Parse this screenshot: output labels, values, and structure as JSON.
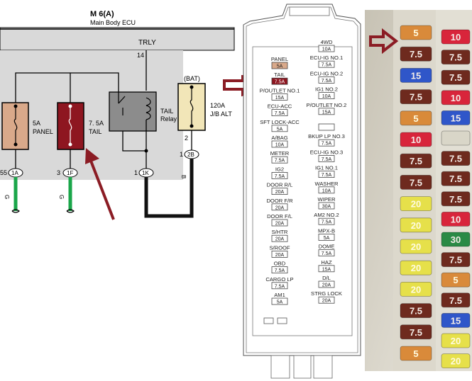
{
  "schematic": {
    "ecu_title": "M 6(A)",
    "ecu_subtitle": "Main Body ECU",
    "trly_label": "TRLY",
    "pin_14": "14",
    "bat_label": "(BAT)",
    "alt_fuse_rating": "120A",
    "alt_fuse_name": "J/B ALT",
    "panel_fuse_rating": "5A",
    "panel_fuse_name": "PANEL",
    "tail_fuse_rating": "7. 5A",
    "tail_fuse_name": "TAIL",
    "relay_name_1": "TAIL",
    "relay_name_2": "Relay",
    "pin_2": "2",
    "pin_1": "1",
    "connector_2b": "2B",
    "conn_1a_pin": "55",
    "conn_1a": "1A",
    "conn_1f_pin": "3",
    "conn_1f": "1F",
    "conn_1k_pin": "1",
    "conn_1k": "1K",
    "wire_g1": "G",
    "wire_g2": "G",
    "wire_b": "B"
  },
  "fuse_chart": {
    "left_column": [
      {
        "name": "PANEL",
        "rating": "5A",
        "highlight": "tan"
      },
      {
        "name": "TAIL",
        "rating": "7.5A",
        "highlight": "red"
      },
      {
        "name": "P/OUTLET NO.1",
        "rating": "15A"
      },
      {
        "name": "ECU-ACC",
        "rating": "7.5A"
      },
      {
        "name": "SFT LOCK-ACC",
        "rating": "5A"
      },
      {
        "name": "A/BAG",
        "rating": "10A"
      },
      {
        "name": "METER",
        "rating": "7.5A"
      },
      {
        "name": "IG2",
        "rating": "7.5A"
      },
      {
        "name": "DOOR R/L",
        "rating": "20A"
      },
      {
        "name": "DOOR F/R",
        "rating": "20A"
      },
      {
        "name": "DOOR F/L",
        "rating": "20A"
      },
      {
        "name": "S/HTR",
        "rating": "20A"
      },
      {
        "name": "S/ROOF",
        "rating": "20A"
      },
      {
        "name": "OBD",
        "rating": "7.5A"
      },
      {
        "name": "CARGO LP",
        "rating": "7.5A"
      },
      {
        "name": "AM1",
        "rating": "5A"
      }
    ],
    "right_column": [
      {
        "name": "4WD",
        "rating": "10A"
      },
      {
        "name": "ECU-IG NO.1",
        "rating": "7.5A"
      },
      {
        "name": "ECU-IG NO.2",
        "rating": "7.5A"
      },
      {
        "name": "IG1 NO.2",
        "rating": "10A"
      },
      {
        "name": "P/OUTLET NO.2",
        "rating": "15A"
      },
      {
        "name": "",
        "rating": ""
      },
      {
        "name": "BKUP LP NO.3",
        "rating": "7.5A"
      },
      {
        "name": "ECU-IG NO.3",
        "rating": "7.5A"
      },
      {
        "name": "IG1 NO.1",
        "rating": "7.5A"
      },
      {
        "name": "WASHER",
        "rating": "10A"
      },
      {
        "name": "WIPER",
        "rating": "30A"
      },
      {
        "name": "AM2 NO.2",
        "rating": "7.5A"
      },
      {
        "name": "MPX-B",
        "rating": "5A"
      },
      {
        "name": "DOME",
        "rating": "7.5A"
      },
      {
        "name": "HAZ",
        "rating": "15A"
      },
      {
        "name": "D/L",
        "rating": "20A"
      },
      {
        "name": "STRG LOCK",
        "rating": "20A"
      }
    ]
  },
  "photo_fuses": {
    "left_column": [
      {
        "label": "5",
        "color": "#d98a3a"
      },
      {
        "label": "7.5",
        "color": "#6e2a1e"
      },
      {
        "label": "15",
        "color": "#2f56c9"
      },
      {
        "label": "7.5",
        "color": "#6e2a1e"
      },
      {
        "label": "5",
        "color": "#d98a3a"
      },
      {
        "label": "10",
        "color": "#d8253b"
      },
      {
        "label": "7.5",
        "color": "#6e2a1e"
      },
      {
        "label": "7.5",
        "color": "#6e2a1e"
      },
      {
        "label": "20",
        "color": "#e6e04a"
      },
      {
        "label": "20",
        "color": "#e6e04a"
      },
      {
        "label": "20",
        "color": "#e6e04a"
      },
      {
        "label": "20",
        "color": "#e6e04a"
      },
      {
        "label": "20",
        "color": "#e6e04a"
      },
      {
        "label": "7.5",
        "color": "#6e2a1e"
      },
      {
        "label": "7.5",
        "color": "#6e2a1e"
      },
      {
        "label": "5",
        "color": "#d98a3a"
      }
    ],
    "right_column": [
      {
        "label": "10",
        "color": "#d8253b"
      },
      {
        "label": "7.5",
        "color": "#6e2a1e"
      },
      {
        "label": "7.5",
        "color": "#6e2a1e"
      },
      {
        "label": "10",
        "color": "#d8253b"
      },
      {
        "label": "15",
        "color": "#2f56c9"
      },
      {
        "label": "",
        "color": "#d9d6c8"
      },
      {
        "label": "7.5",
        "color": "#6e2a1e"
      },
      {
        "label": "7.5",
        "color": "#6e2a1e"
      },
      {
        "label": "7.5",
        "color": "#6e2a1e"
      },
      {
        "label": "10",
        "color": "#d8253b"
      },
      {
        "label": "30",
        "color": "#2a8a45"
      },
      {
        "label": "7.5",
        "color": "#6e2a1e"
      },
      {
        "label": "5",
        "color": "#d98a3a"
      },
      {
        "label": "7.5",
        "color": "#6e2a1e"
      },
      {
        "label": "15",
        "color": "#2f56c9"
      },
      {
        "label": "20",
        "color": "#e6e04a"
      },
      {
        "label": "20",
        "color": "#e6e04a"
      }
    ]
  },
  "colors": {
    "arrow": "#8b1c24",
    "ecu_fill": "#d9d9d9",
    "panel_fuse": "#d9a98a",
    "tail_fuse": "#8e1620",
    "alt_fuse": "#f2e6b8",
    "green_wire": "#1aa64a"
  }
}
